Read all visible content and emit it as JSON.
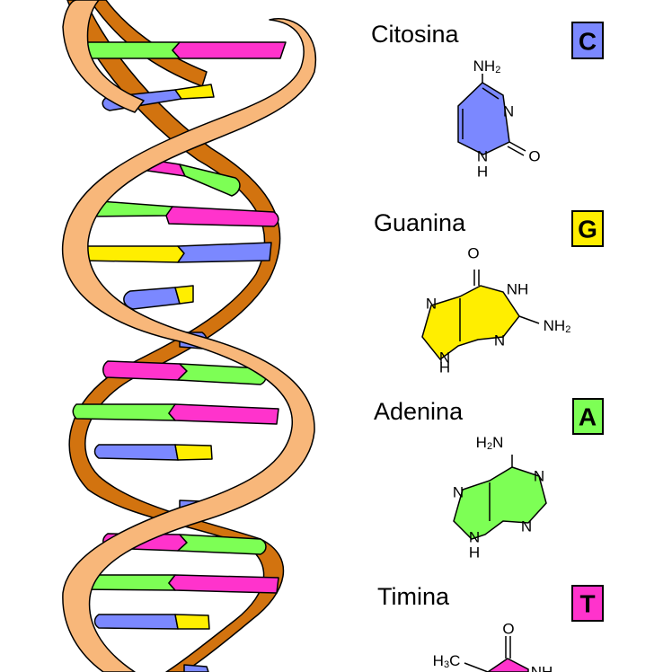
{
  "bases": [
    {
      "key": "cytosine",
      "name": "Citosina",
      "letter": "C",
      "color": "#7b88ff"
    },
    {
      "key": "guanine",
      "name": "Guanina",
      "letter": "G",
      "color": "#ffee00"
    },
    {
      "key": "adenine",
      "name": "Adenina",
      "letter": "A",
      "color": "#7dff55"
    },
    {
      "key": "thymine",
      "name": "Timina",
      "letter": "T",
      "color": "#ff33cc"
    }
  ],
  "colors": {
    "backbone_light": "#f8b77a",
    "backbone_dark": "#d2730f",
    "outline": "#000000"
  },
  "atoms": {
    "nh": "NH",
    "n": "N",
    "h": "H",
    "o": "O",
    "nh2_main": "NH",
    "sub2": "2",
    "h2n_main": "H",
    "h2n_tail": "N",
    "h3c_main": "H",
    "sub3": "3",
    "h3c_tail": "C"
  }
}
